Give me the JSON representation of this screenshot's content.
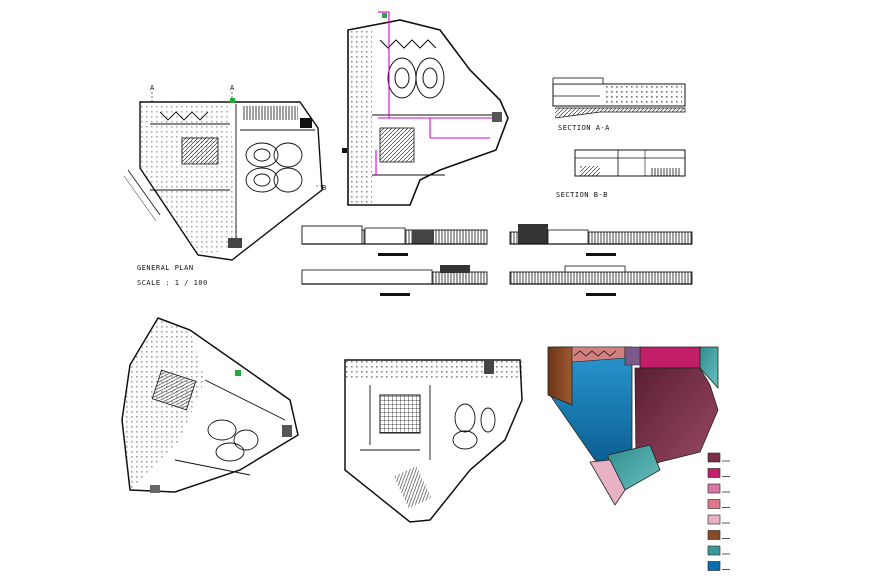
{
  "general_plan": {
    "title": "GENERAL PLAN",
    "scale": "SCALE : 1 / 100",
    "marker_a": "A",
    "marker_b": "B"
  },
  "sections": {
    "section_a": "SECTION A-A",
    "section_b": "SECTION B-B"
  },
  "colors": {
    "ink": "#111111",
    "magenta": "#d400d4",
    "green": "#1faa3c",
    "legend_swatches": [
      "#7a3048",
      "#c21e6a",
      "#d97aa6",
      "#e07a8a",
      "#e8b2c4",
      "#8a4a2a",
      "#3a9a9a",
      "#0a6fae"
    ]
  }
}
